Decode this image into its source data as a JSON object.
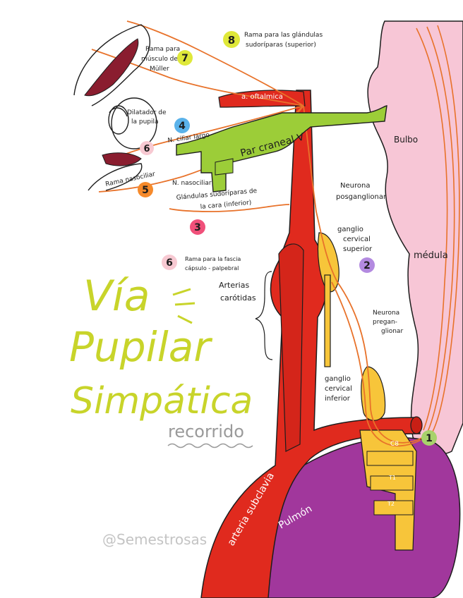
{
  "title": {
    "line1": "Vía",
    "line2": "Pupilar",
    "line3": "Simpática",
    "subtitle": "recorrido"
  },
  "watermark": "@Semestrosas",
  "labels": {
    "bulbo": "Bulbo",
    "medula": "médula",
    "pulmon": "Pulmón",
    "arteria_subclavia": "arteria subclavia",
    "a_oftalmica": "a. oftalmica",
    "par_craneal": "Par craneal V",
    "arterias_carotidas": [
      "Arterias",
      "carótidas"
    ],
    "neurona_posganglionar": [
      "Neurona",
      "posganglionar"
    ],
    "neurona_preganglionar": [
      "Neurona",
      "pregan-",
      "glionar"
    ],
    "ganglio_superior": [
      "ganglio",
      "cervical",
      "superior"
    ],
    "ganglio_inferior": [
      "ganglio",
      "cervical",
      "inferior"
    ],
    "glandulas_inferior": [
      "Glándulas sudoríparas de",
      "la cara (inferior)"
    ],
    "rama_glandulas_superior": [
      "Rama para las glándulas",
      "sudoríparas (superior)"
    ],
    "rama_muller": [
      "Rama para",
      "músculo de",
      "Müller"
    ],
    "dilatador": [
      "Dilatador de",
      "la pupila"
    ],
    "n_ciliar_largo": "N. ciliar largo",
    "rama_nasociliar": "Rama nasociliar",
    "n_nasociliar": "N. nasociliar",
    "rama_fascia": [
      "Rama para la fascia",
      "cápsulo - palpebral"
    ],
    "c8": "C8",
    "t1": "T1",
    "t2": "T2"
  },
  "markers": [
    {
      "num": "1",
      "color": "#a8d26b"
    },
    {
      "num": "2",
      "color": "#b38ae0"
    },
    {
      "num": "3",
      "color": "#f0507a"
    },
    {
      "num": "4",
      "color": "#5ab2ea"
    },
    {
      "num": "5",
      "color": "#f68a2b"
    },
    {
      "num": "6",
      "color": "#f7c9d2"
    },
    {
      "num": "6",
      "color": "#f7c9d2"
    },
    {
      "num": "7",
      "color": "#dfe83a"
    },
    {
      "num": "8",
      "color": "#dfe83a"
    }
  ],
  "colors": {
    "title": "#c8d42a",
    "artery": "#e02a1e",
    "brainstem": "#f7c6d6",
    "lung": "#a1379c",
    "nerve": "#e8722a",
    "ganglion": "#f7c53a",
    "nerve_green": "#9ccd38"
  }
}
